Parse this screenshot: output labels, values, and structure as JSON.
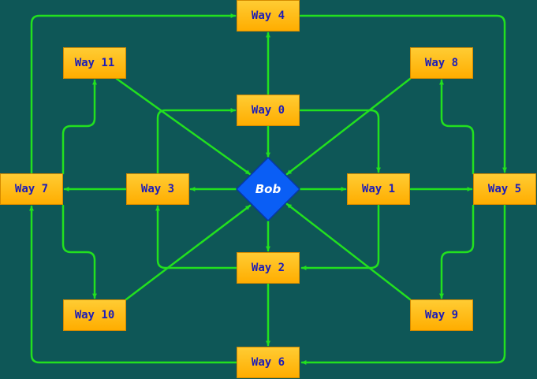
{
  "diagram": {
    "hub": {
      "label": "Bob",
      "color": "#0a5ef5"
    },
    "nodes": {
      "way0": "Way 0",
      "way1": "Way 1",
      "way2": "Way 2",
      "way3": "Way 3",
      "way4": "Way 4",
      "way5": "Way 5",
      "way6": "Way 6",
      "way7": "Way 7",
      "way8": "Way 8",
      "way9": "Way 9",
      "way10": "Way 10",
      "way11": "Way 11"
    },
    "colors": {
      "background": "#0e5757",
      "node_fill": "#ffb300",
      "node_text": "#1d1db8",
      "edge": "#22e01f"
    },
    "edges": [
      {
        "from": "Way 0",
        "to": "Way 4"
      },
      {
        "from": "Way 0",
        "to": "Way 1"
      },
      {
        "from": "Way 0",
        "to": "Bob"
      },
      {
        "from": "Way 1",
        "to": "Way 5"
      },
      {
        "from": "Way 1",
        "to": "Way 2"
      },
      {
        "from": "Way 2",
        "to": "Way 3"
      },
      {
        "from": "Way 2",
        "to": "Way 6"
      },
      {
        "from": "Way 3",
        "to": "Way 0"
      },
      {
        "from": "Way 3",
        "to": "Way 7"
      },
      {
        "from": "Way 4",
        "to": "Way 5"
      },
      {
        "from": "Way 5",
        "to": "Way 6"
      },
      {
        "from": "Way 5",
        "to": "Way 8"
      },
      {
        "from": "Way 5",
        "to": "Way 9"
      },
      {
        "from": "Way 6",
        "to": "Way 7"
      },
      {
        "from": "Way 7",
        "to": "Way 4"
      },
      {
        "from": "Way 7",
        "to": "Way 10"
      },
      {
        "from": "Way 7",
        "to": "Way 11"
      },
      {
        "from": "Way 8",
        "to": "Bob"
      },
      {
        "from": "Way 9",
        "to": "Bob"
      },
      {
        "from": "Way 10",
        "to": "Bob"
      },
      {
        "from": "Way 11",
        "to": "Bob"
      },
      {
        "from": "Bob",
        "to": "Way 1"
      },
      {
        "from": "Bob",
        "to": "Way 2"
      },
      {
        "from": "Bob",
        "to": "Way 3"
      }
    ]
  }
}
